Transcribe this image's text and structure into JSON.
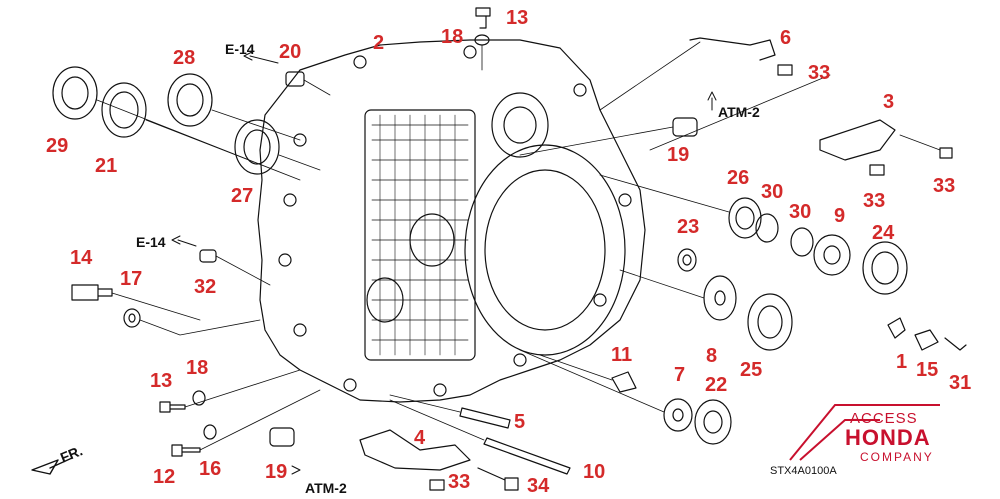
{
  "diagram": {
    "callouts": [
      {
        "id": "c1",
        "text": "1"
      },
      {
        "id": "c2",
        "text": "2"
      },
      {
        "id": "c3",
        "text": "3"
      },
      {
        "id": "c4",
        "text": "4"
      },
      {
        "id": "c5",
        "text": "5"
      },
      {
        "id": "c6",
        "text": "6"
      },
      {
        "id": "c7",
        "text": "7"
      },
      {
        "id": "c8",
        "text": "8"
      },
      {
        "id": "c9",
        "text": "9"
      },
      {
        "id": "c10",
        "text": "10"
      },
      {
        "id": "c11",
        "text": "11"
      },
      {
        "id": "c12",
        "text": "12"
      },
      {
        "id": "c13a",
        "text": "13"
      },
      {
        "id": "c13b",
        "text": "13"
      },
      {
        "id": "c14",
        "text": "14"
      },
      {
        "id": "c15",
        "text": "15"
      },
      {
        "id": "c16",
        "text": "16"
      },
      {
        "id": "c17",
        "text": "17"
      },
      {
        "id": "c18a",
        "text": "18"
      },
      {
        "id": "c18b",
        "text": "18"
      },
      {
        "id": "c19a",
        "text": "19"
      },
      {
        "id": "c19b",
        "text": "19"
      },
      {
        "id": "c20",
        "text": "20"
      },
      {
        "id": "c21",
        "text": "21"
      },
      {
        "id": "c22",
        "text": "22"
      },
      {
        "id": "c23",
        "text": "23"
      },
      {
        "id": "c24",
        "text": "24"
      },
      {
        "id": "c25",
        "text": "25"
      },
      {
        "id": "c26",
        "text": "26"
      },
      {
        "id": "c27",
        "text": "27"
      },
      {
        "id": "c28",
        "text": "28"
      },
      {
        "id": "c29",
        "text": "29"
      },
      {
        "id": "c30a",
        "text": "30"
      },
      {
        "id": "c30b",
        "text": "30"
      },
      {
        "id": "c31",
        "text": "31"
      },
      {
        "id": "c32",
        "text": "32"
      },
      {
        "id": "c33a",
        "text": "33"
      },
      {
        "id": "c33b",
        "text": "33"
      },
      {
        "id": "c33c",
        "text": "33"
      },
      {
        "id": "c33d",
        "text": "33"
      },
      {
        "id": "c34",
        "text": "34"
      }
    ],
    "references": [
      {
        "id": "r1",
        "text": "E-14"
      },
      {
        "id": "r2",
        "text": "E-14"
      },
      {
        "id": "r3",
        "text": "ATM-2"
      },
      {
        "id": "r4",
        "text": "ATM-2"
      }
    ],
    "direction_label": "FR.",
    "diagram_code": "STX4A0100A",
    "logo": {
      "line1": "ACCESS",
      "line2": "HONDA",
      "line3": "COMPANY",
      "color": "#c8102e"
    },
    "callout_color": "#d42a2a"
  }
}
